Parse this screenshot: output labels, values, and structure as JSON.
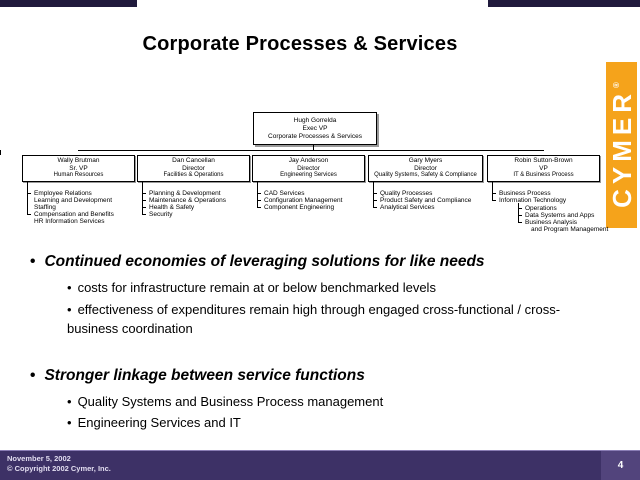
{
  "slide": {
    "title": "Corporate Processes & Services",
    "page_number": "4",
    "logo": {
      "text": "CYMER",
      "registered": "®"
    },
    "footer": {
      "date": "November 5, 2002",
      "copyright": "© Copyright 2002 Cymer, Inc."
    }
  },
  "colors": {
    "logo_orange": "#F5A31B",
    "corner_bar": "#201A3C",
    "footer_bg": "#3D3166",
    "footer_text": "#E2DDF0",
    "page_box_bg": "#52447C"
  },
  "org_chart": {
    "root": {
      "name": "Hugh Gorrelda",
      "title": "Exec VP",
      "org": "Corporate Processes & Services"
    },
    "branches": [
      {
        "name": "Wally Brutman",
        "title": "Sr. VP",
        "org": "Human Resources",
        "items": [
          {
            "text": "Employee Relations",
            "tick": true
          },
          {
            "text": "Learning and Development",
            "tick": false
          },
          {
            "text": "Staffing",
            "tick": false
          },
          {
            "text": "Compensation and Benefits",
            "tick": true
          },
          {
            "text": "HR Information Services",
            "tick": false
          }
        ]
      },
      {
        "name": "Dan Cancellan",
        "title": "Director",
        "org": "Facilities & Operations",
        "items": [
          {
            "text": "Planning & Development",
            "tick": true
          },
          {
            "text": "Maintenance & Operations",
            "tick": true
          },
          {
            "text": "Health & Safety",
            "tick": true
          },
          {
            "text": "Security",
            "tick": true
          }
        ]
      },
      {
        "name": "Jay Anderson",
        "title": "Director",
        "org": "Engineering Services",
        "items": [
          {
            "text": "CAD Services",
            "tick": true
          },
          {
            "text": "Configuration Management",
            "tick": true
          },
          {
            "text": "Component Engineering",
            "tick": true
          }
        ]
      },
      {
        "name": "Gary Myers",
        "title": "Director",
        "org": "Quality Systems, Safety & Compliance",
        "items": [
          {
            "text": "Quality Processes",
            "tick": true
          },
          {
            "text": "Product Safety and Compliance",
            "tick": true
          },
          {
            "text": "Analytical Services",
            "tick": true
          }
        ]
      },
      {
        "name": "Robin Sutton-Brown",
        "title": "VP",
        "org": "IT & Business Process",
        "items": [
          {
            "text": "Business Process",
            "tick": true
          },
          {
            "text": "Information Technology",
            "tick": true
          }
        ],
        "sub_items": [
          {
            "text": "Operations",
            "tick": true
          },
          {
            "text": "Data Systems and Apps",
            "tick": true
          },
          {
            "text": "Business Analysis",
            "tick": true
          },
          {
            "text": "and Program Management",
            "tick": false,
            "indent": true
          }
        ]
      }
    ]
  },
  "bullets": [
    {
      "heading": "Continued economies of leveraging solutions for like needs",
      "subs": [
        "costs for infrastructure remain at or below benchmarked levels",
        "effectiveness of expenditures remain high through engaged cross-functional / cross-business coordination"
      ]
    },
    {
      "heading": "Stronger linkage between service functions",
      "subs": [
        "Quality Systems and Business Process management",
        "Engineering Services and IT"
      ]
    }
  ]
}
